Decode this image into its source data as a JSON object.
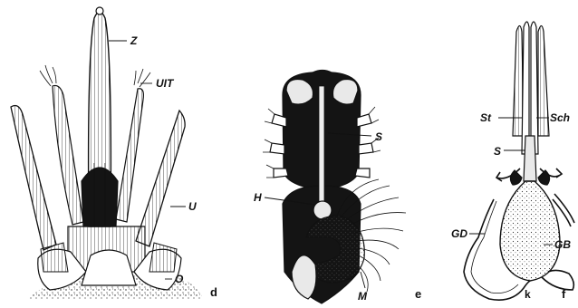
{
  "figure": {
    "panel_d": {
      "letter": "d",
      "labels": {
        "z": "Z",
        "uit": "UIT",
        "u": "U",
        "o": "O"
      }
    },
    "panel_e": {
      "letter": "e",
      "labels": {
        "s": "S",
        "h": "H",
        "m": "M"
      }
    },
    "panel_f": {
      "letter": "f",
      "labels": {
        "st": "St",
        "sch": "Sch",
        "s": "S",
        "gd": "GD",
        "gb": "GB",
        "k": "k"
      }
    }
  }
}
